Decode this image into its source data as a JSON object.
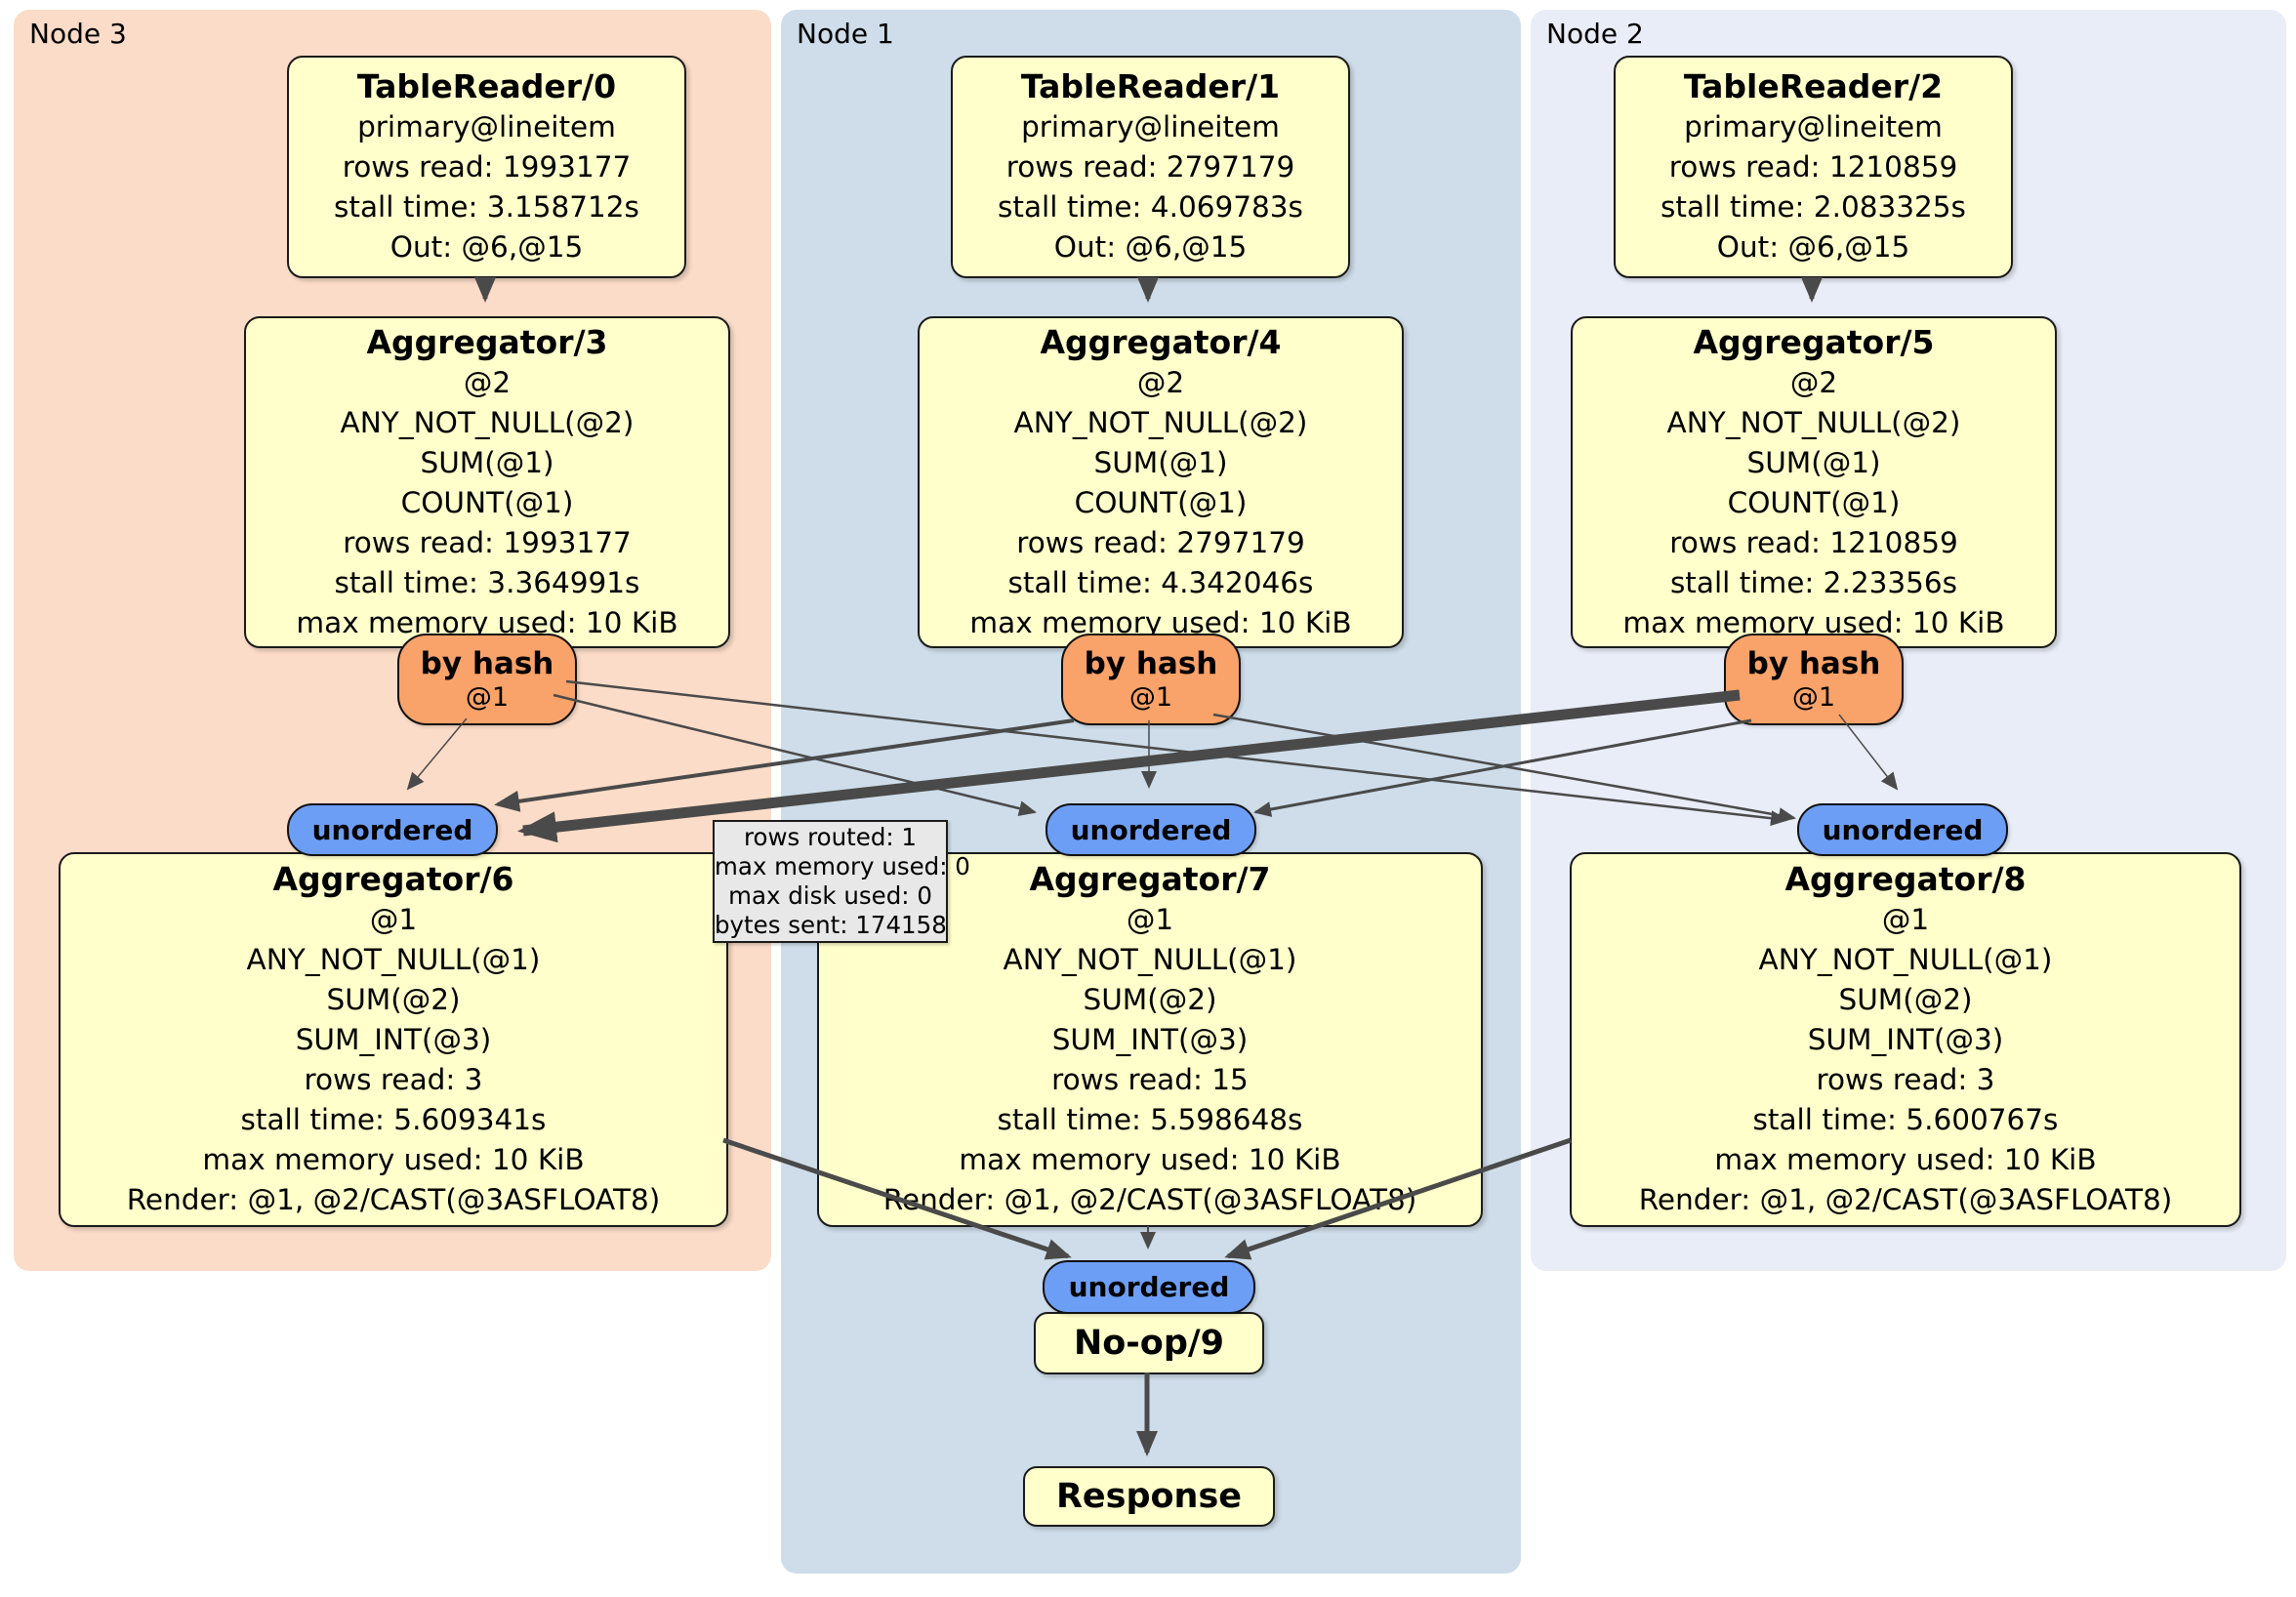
{
  "regions": [
    {
      "label": "Node 3"
    },
    {
      "label": "Node 1"
    },
    {
      "label": "Node 2"
    }
  ],
  "boxes": {
    "tr0": {
      "title": "TableReader/0",
      "lines": [
        "primary@lineitem",
        "rows read: 1993177",
        "stall time: 3.158712s",
        "Out: @6,@15"
      ]
    },
    "tr1": {
      "title": "TableReader/1",
      "lines": [
        "primary@lineitem",
        "rows read: 2797179",
        "stall time: 4.069783s",
        "Out: @6,@15"
      ]
    },
    "tr2": {
      "title": "TableReader/2",
      "lines": [
        "primary@lineitem",
        "rows read: 1210859",
        "stall time: 2.083325s",
        "Out: @6,@15"
      ]
    },
    "agg3": {
      "title": "Aggregator/3",
      "lines": [
        "@2",
        "ANY_NOT_NULL(@2)",
        "SUM(@1)",
        "COUNT(@1)",
        "rows read: 1993177",
        "stall time: 3.364991s",
        "max memory used: 10 KiB"
      ]
    },
    "agg4": {
      "title": "Aggregator/4",
      "lines": [
        "@2",
        "ANY_NOT_NULL(@2)",
        "SUM(@1)",
        "COUNT(@1)",
        "rows read: 2797179",
        "stall time: 4.342046s",
        "max memory used: 10 KiB"
      ]
    },
    "agg5": {
      "title": "Aggregator/5",
      "lines": [
        "@2",
        "ANY_NOT_NULL(@2)",
        "SUM(@1)",
        "COUNT(@1)",
        "rows read: 1210859",
        "stall time: 2.23356s",
        "max memory used: 10 KiB"
      ]
    },
    "agg6": {
      "title": "Aggregator/6",
      "lines": [
        "@1",
        "ANY_NOT_NULL(@1)",
        "SUM(@2)",
        "SUM_INT(@3)",
        "rows read: 3",
        "stall time: 5.609341s",
        "max memory used: 10 KiB",
        "Render: @1, @2/CAST(@3ASFLOAT8)"
      ]
    },
    "agg7": {
      "title": "Aggregator/7",
      "lines": [
        "@1",
        "ANY_NOT_NULL(@1)",
        "SUM(@2)",
        "SUM_INT(@3)",
        "rows read: 15",
        "stall time: 5.598648s",
        "max memory used: 10 KiB",
        "Render: @1, @2/CAST(@3ASFLOAT8)"
      ]
    },
    "agg8": {
      "title": "Aggregator/8",
      "lines": [
        "@1",
        "ANY_NOT_NULL(@1)",
        "SUM(@2)",
        "SUM_INT(@3)",
        "rows read: 3",
        "stall time: 5.600767s",
        "max memory used: 10 KiB",
        "Render: @1, @2/CAST(@3ASFLOAT8)"
      ]
    },
    "noop": {
      "title": "No-op/9"
    },
    "response": {
      "title": "Response"
    }
  },
  "router": {
    "label": "by hash",
    "tag": "@1"
  },
  "sync_label": "unordered",
  "tooltip_lines": [
    "rows routed: 1",
    "max memory used: 0",
    "max disk used: 0",
    "bytes sent: 174158"
  ],
  "colors": {
    "node3_bg": "#fbdcc8",
    "node1_bg": "#cedde9",
    "node2_bg": "#e9edf7",
    "box_fill": "#ffffcb",
    "router_fill": "#f9a269",
    "sync_fill": "#6d9ef5",
    "edge": "#4a4a4a",
    "tooltip_bg": "#e8e8e8"
  }
}
